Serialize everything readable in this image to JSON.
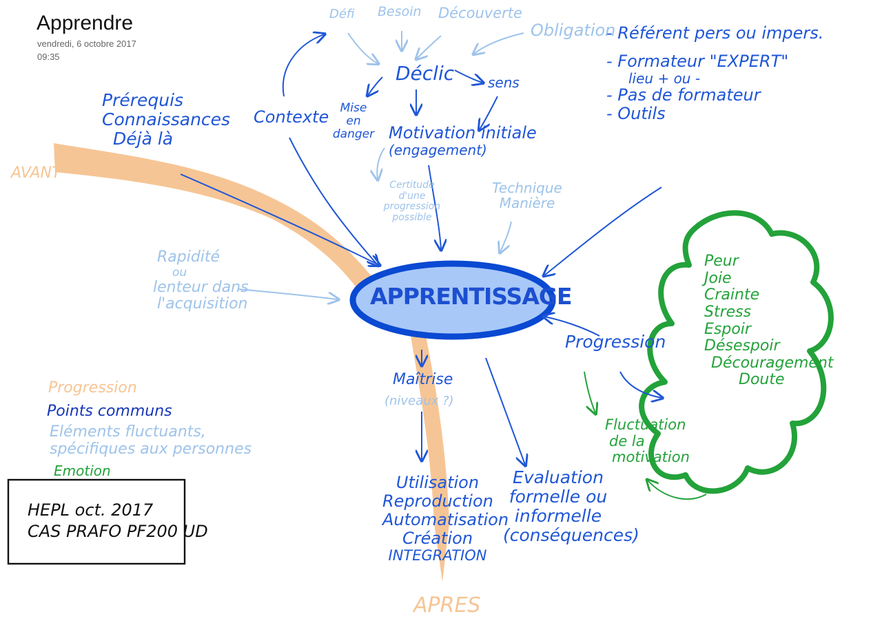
{
  "header": {
    "title": "Apprendre",
    "date": "vendredi, 6 octobre 2017",
    "time": "09:35"
  },
  "colors": {
    "main_blue": "#1f56d6",
    "light_blue": "#9ec3ea",
    "orange": "#f6c595",
    "green": "#23a23a",
    "ellipse_fill": "#a8c8f8",
    "ellipse_stroke": "#0a49d2"
  },
  "center": {
    "label": "APPRENTISSAGE"
  },
  "top": {
    "defi": "Défi",
    "besoin": "Besoin",
    "decouverte": "Découverte",
    "obligation": "Obligation",
    "declic": "Déclic",
    "sens": "sens",
    "mise_en_danger": [
      "Mise",
      "en",
      "danger"
    ],
    "contexte": "Contexte",
    "motivation": [
      "Motivation initiale",
      "(engagement)"
    ],
    "certitude": [
      "Certitude",
      "d'une",
      "progression",
      "possible"
    ],
    "technique": [
      "Technique",
      "Manière"
    ]
  },
  "referent_list": [
    "- Référent pers ou impers.",
    "- Formateur \"EXPERT\"",
    "lieu + ou -",
    "- Pas de formateur",
    "- Outils"
  ],
  "prerequis": [
    "Prérequis",
    "Connaissances",
    "Déjà là"
  ],
  "avant": "AVANT",
  "rapidite": [
    "Rapidité",
    "ou",
    "lenteur dans",
    "l'acquisition"
  ],
  "legend": {
    "progression": "Progression",
    "points_communs": "Points communs",
    "elements_fluctuants": [
      "Eléments fluctuants,",
      "spécifiques aux personnes"
    ],
    "emotion": "Emotion"
  },
  "stamp": [
    "HEPL oct. 2017",
    "CAS PRAFO PF200 UD"
  ],
  "bottom": {
    "maitrise": "Maîtrise",
    "niveaux": "(niveaux ?)",
    "utilisation": [
      "Utilisation",
      "Reproduction",
      "Automatisation",
      "Création",
      "INTEGRATION"
    ],
    "apres": "APRES",
    "evaluation": [
      "Evaluation",
      "formelle ou",
      "informelle",
      "(conséquences)"
    ]
  },
  "right": {
    "progression": "Progression",
    "fluctuation": [
      "Fluctuation",
      "de la",
      "motivation"
    ],
    "emotions": [
      "Peur",
      "Joie",
      "Crainte",
      "Stress",
      "Espoir",
      "Désespoir",
      "Découragement",
      "Doute"
    ]
  }
}
